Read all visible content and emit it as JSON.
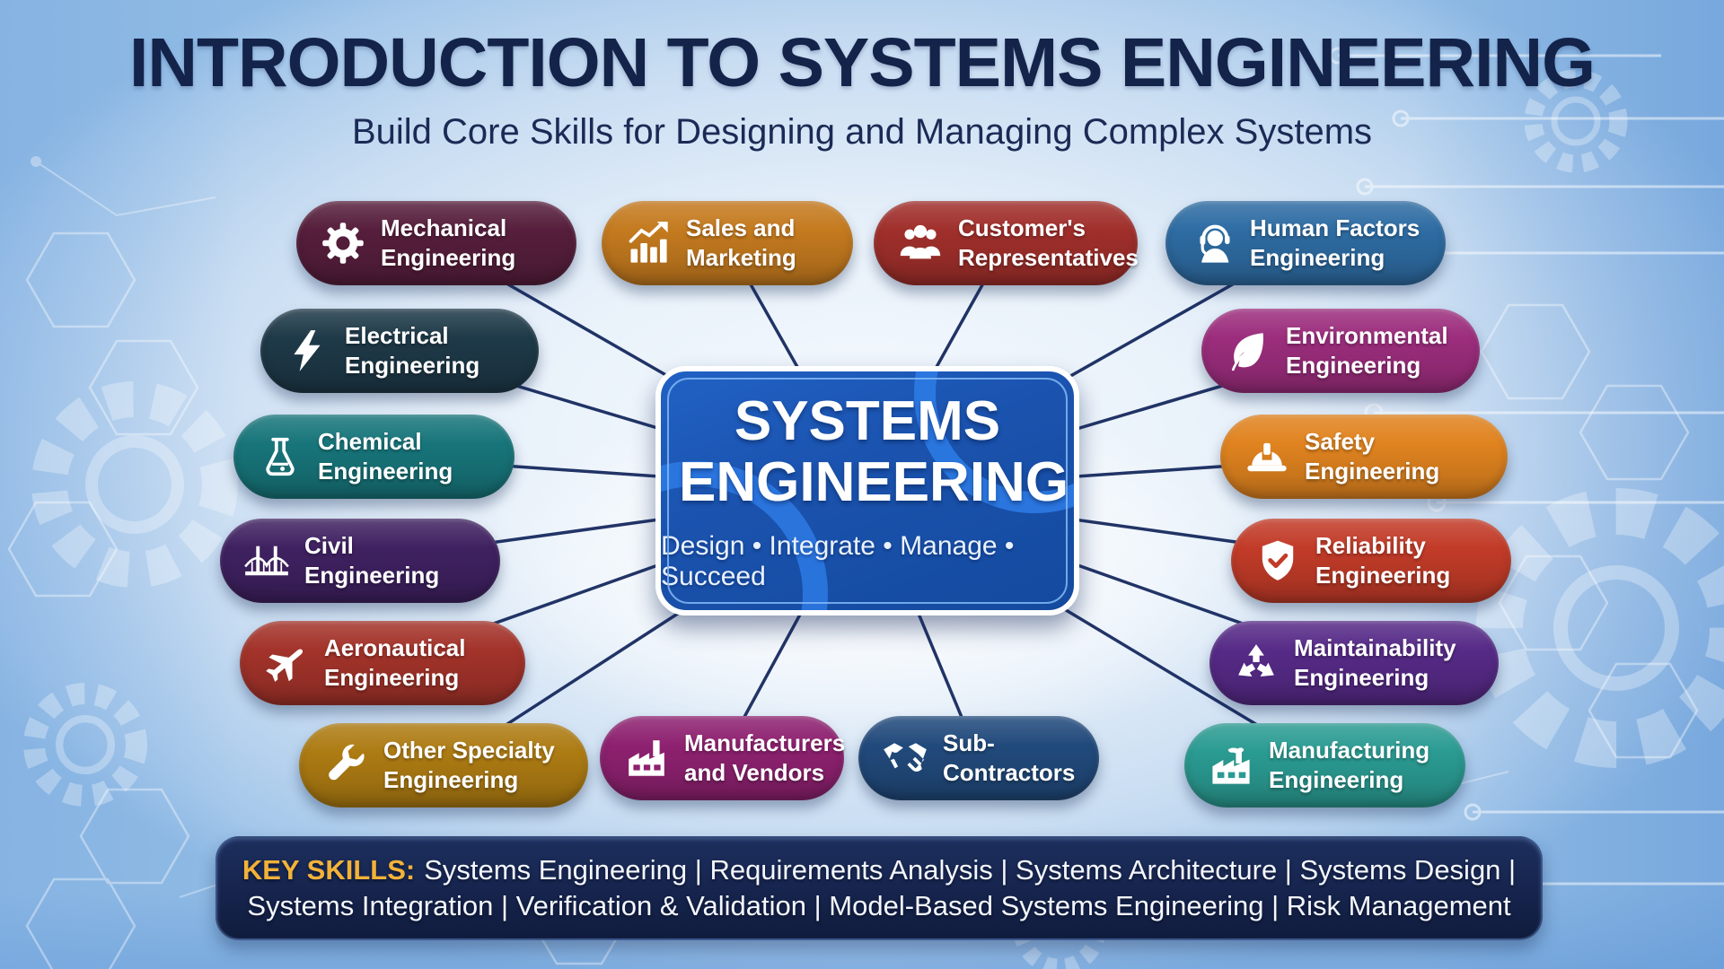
{
  "header": {
    "title": "INTRODUCTION TO SYSTEMS ENGINEERING",
    "subtitle": "Build Core Skills for Designing and Managing Complex Systems",
    "title_color": "#132349"
  },
  "center": {
    "title": "SYSTEMS ENGINEERING",
    "tagline": "Design • Integrate • Manage • Succeed",
    "fill_color": "#1a52ad",
    "border_color": "#ffffff",
    "accent_arc_color": "#2e7de8"
  },
  "nodes": [
    {
      "id": "mechanical-engineering",
      "line1": "Mechanical",
      "line2": "Engineering",
      "icon": "gear-icon",
      "color": "#561e3c"
    },
    {
      "id": "electrical-engineering",
      "line1": "Electrical",
      "line2": "Engineering",
      "icon": "lightning-bolt-icon",
      "color": "#1e3948"
    },
    {
      "id": "chemical-engineering",
      "line1": "Chemical",
      "line2": "Engineering",
      "icon": "flask-icon",
      "color": "#17757a"
    },
    {
      "id": "civil-engineering",
      "line1": "Civil",
      "line2": "Engineering",
      "icon": "bridge-icon",
      "color": "#3f2161"
    },
    {
      "id": "aeronautical-engineering",
      "line1": "Aeronautical",
      "line2": "Engineering",
      "icon": "airplane-icon",
      "color": "#a3332a"
    },
    {
      "id": "other-specialty-engineering",
      "line1": "Other Specialty",
      "line2": "Engineering",
      "icon": "wrench-icon",
      "color": "#ad7b12"
    },
    {
      "id": "sales-and-marketing",
      "line1": "Sales and",
      "line2": "Marketing",
      "icon": "bar-chart-growth-icon",
      "color": "#c47a1e"
    },
    {
      "id": "customers-representatives",
      "line1": "Customer's",
      "line2": "Representatives",
      "icon": "people-group-icon",
      "color": "#a02f2b"
    },
    {
      "id": "human-factors-engineering",
      "line1": "Human Factors",
      "line2": "Engineering",
      "icon": "headset-person-icon",
      "color": "#2e6ca3"
    },
    {
      "id": "environmental-engineering",
      "line1": "Environmental",
      "line2": "Engineering",
      "icon": "leaf-icon",
      "color": "#9c2d7d"
    },
    {
      "id": "safety-engineering",
      "line1": "Safety",
      "line2": "Engineering",
      "icon": "hard-hat-icon",
      "color": "#e0831f"
    },
    {
      "id": "reliability-engineering",
      "line1": "Reliability",
      "line2": "Engineering",
      "icon": "shield-check-icon",
      "color": "#c23b28"
    },
    {
      "id": "maintainability-engineering",
      "line1": "Maintainability",
      "line2": "Engineering",
      "icon": "recycle-icon",
      "color": "#562a87"
    },
    {
      "id": "manufacturing-engineering",
      "line1": "Manufacturing",
      "line2": "Engineering",
      "icon": "factory-icon",
      "color": "#2a9b92"
    },
    {
      "id": "manufacturers-and-vendors",
      "line1": "Manufacturers",
      "line2": "and Vendors",
      "icon": "factory-icon",
      "color": "#8e2170"
    },
    {
      "id": "sub-contractors",
      "line1": "Sub-Contractors",
      "line2": "",
      "icon": "handshake-icon",
      "color": "#214a7c"
    }
  ],
  "key_skills": {
    "label": "KEY SKILLS:",
    "label_color": "#f2b239",
    "line1": "Systems Engineering | Requirements Analysis | Systems Architecture | Systems Design |",
    "line2": "Systems Integration | Verification & Validation | Model-Based Systems Engineering | Risk Management"
  }
}
